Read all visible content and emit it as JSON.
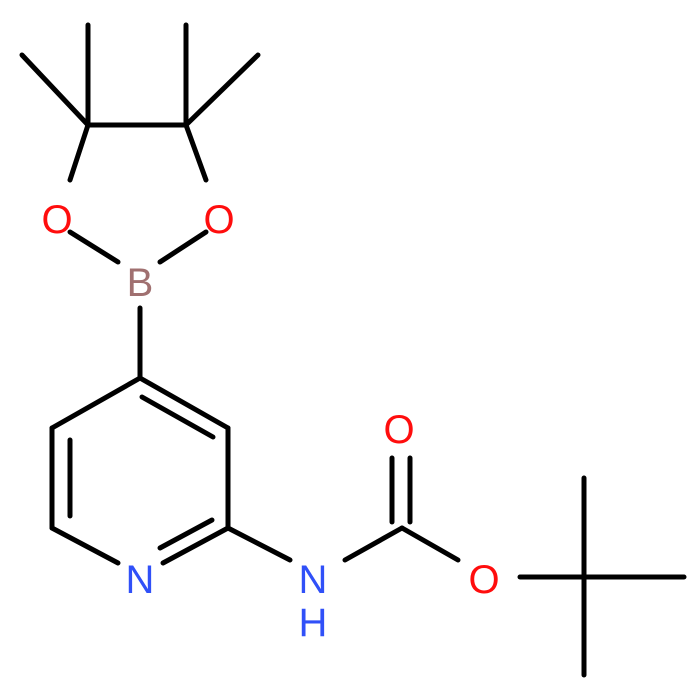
{
  "atoms": {
    "o_ring_left": "O",
    "o_ring_right": "O",
    "boron": "B",
    "n_pyridine": "N",
    "n_amide": "N",
    "h_amide": "H",
    "o_carbonyl": "O",
    "o_ester": "O"
  },
  "colors": {
    "bond": "#000000",
    "oxygen": "#ff0d0d",
    "nitrogen": "#3050f8",
    "boron": "#a07070"
  }
}
